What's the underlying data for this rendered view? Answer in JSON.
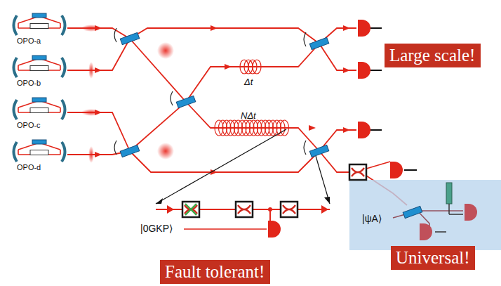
{
  "diagram": {
    "nodes": [
      {
        "text": [
          "Large scale!"
        ]
      },
      {
        "text": [
          "Universal!"
        ]
      },
      {
        "text": [
          "Fault tolerant!"
        ]
      }
    ],
    "labels": [
      "OPO-a",
      "OPO-b",
      "OPO-c",
      "OPO-d",
      "Δt",
      "NΔt",
      "|0GKP⟩",
      "|ψA⟩"
    ]
  }
}
